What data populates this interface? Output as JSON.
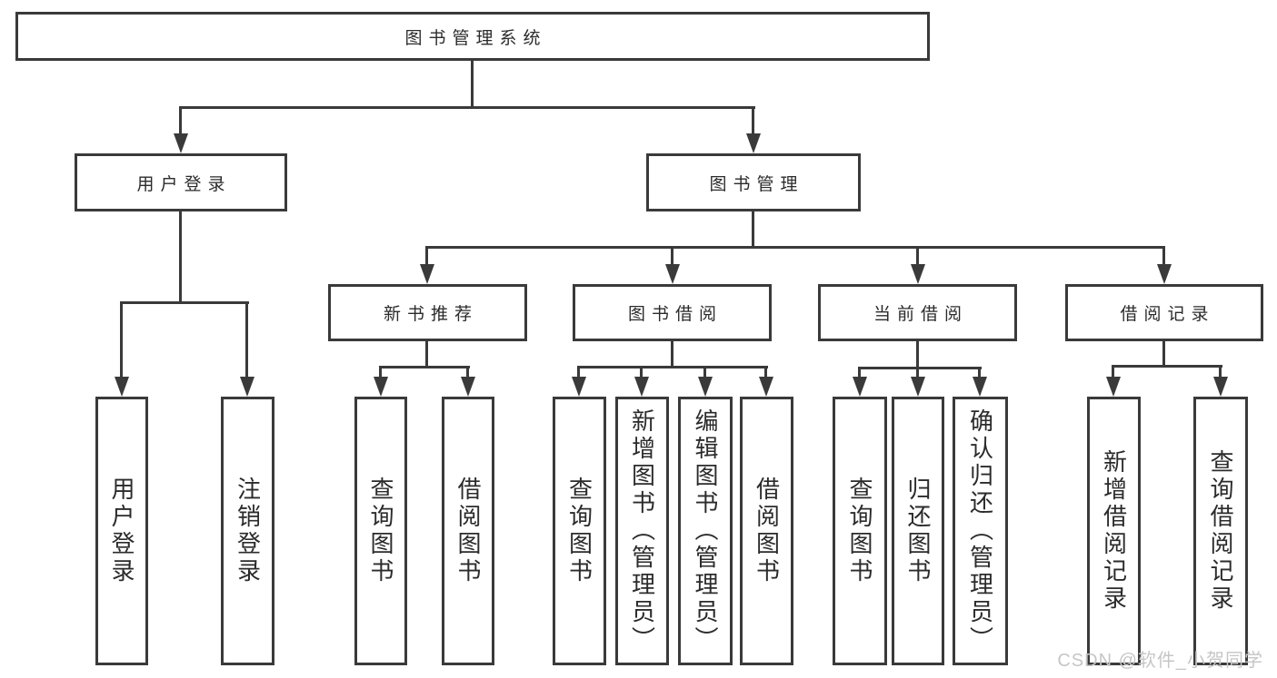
{
  "diagram": {
    "title_node": {
      "label": "图书管理系统"
    },
    "level2": [
      {
        "label": "用户登录"
      },
      {
        "label": "图书管理"
      }
    ],
    "level3": [
      {
        "label": "新书推荐"
      },
      {
        "label": "图书借阅"
      },
      {
        "label": "当前借阅"
      },
      {
        "label": "借阅记录"
      }
    ],
    "leaves": [
      {
        "label": "用户登录",
        "parent": "用户登录"
      },
      {
        "label": "注销登录",
        "parent": "用户登录"
      },
      {
        "label": "查询图书",
        "parent": "新书推荐"
      },
      {
        "label": "借阅图书",
        "parent": "新书推荐"
      },
      {
        "label": "查询图书",
        "parent": "图书借阅"
      },
      {
        "label": "新增图书（管理员）",
        "parent": "图书借阅"
      },
      {
        "label": "编辑图书（管理员）",
        "parent": "图书借阅"
      },
      {
        "label": "借阅图书",
        "parent": "图书借阅"
      },
      {
        "label": "查询图书",
        "parent": "当前借阅"
      },
      {
        "label": "归还图书",
        "parent": "当前借阅"
      },
      {
        "label": "确认归还（管理员）",
        "parent": "当前借阅"
      },
      {
        "label": "新增借阅记录",
        "parent": "借阅记录"
      },
      {
        "label": "查询借阅记录",
        "parent": "借阅记录"
      }
    ]
  },
  "watermark": {
    "text": "CSDN @软件_小贺同学"
  },
  "colors": {
    "line": "#3a3a3a",
    "text": "#2b2b2b",
    "background": "#ffffff",
    "watermark": "#c6c6c6"
  }
}
